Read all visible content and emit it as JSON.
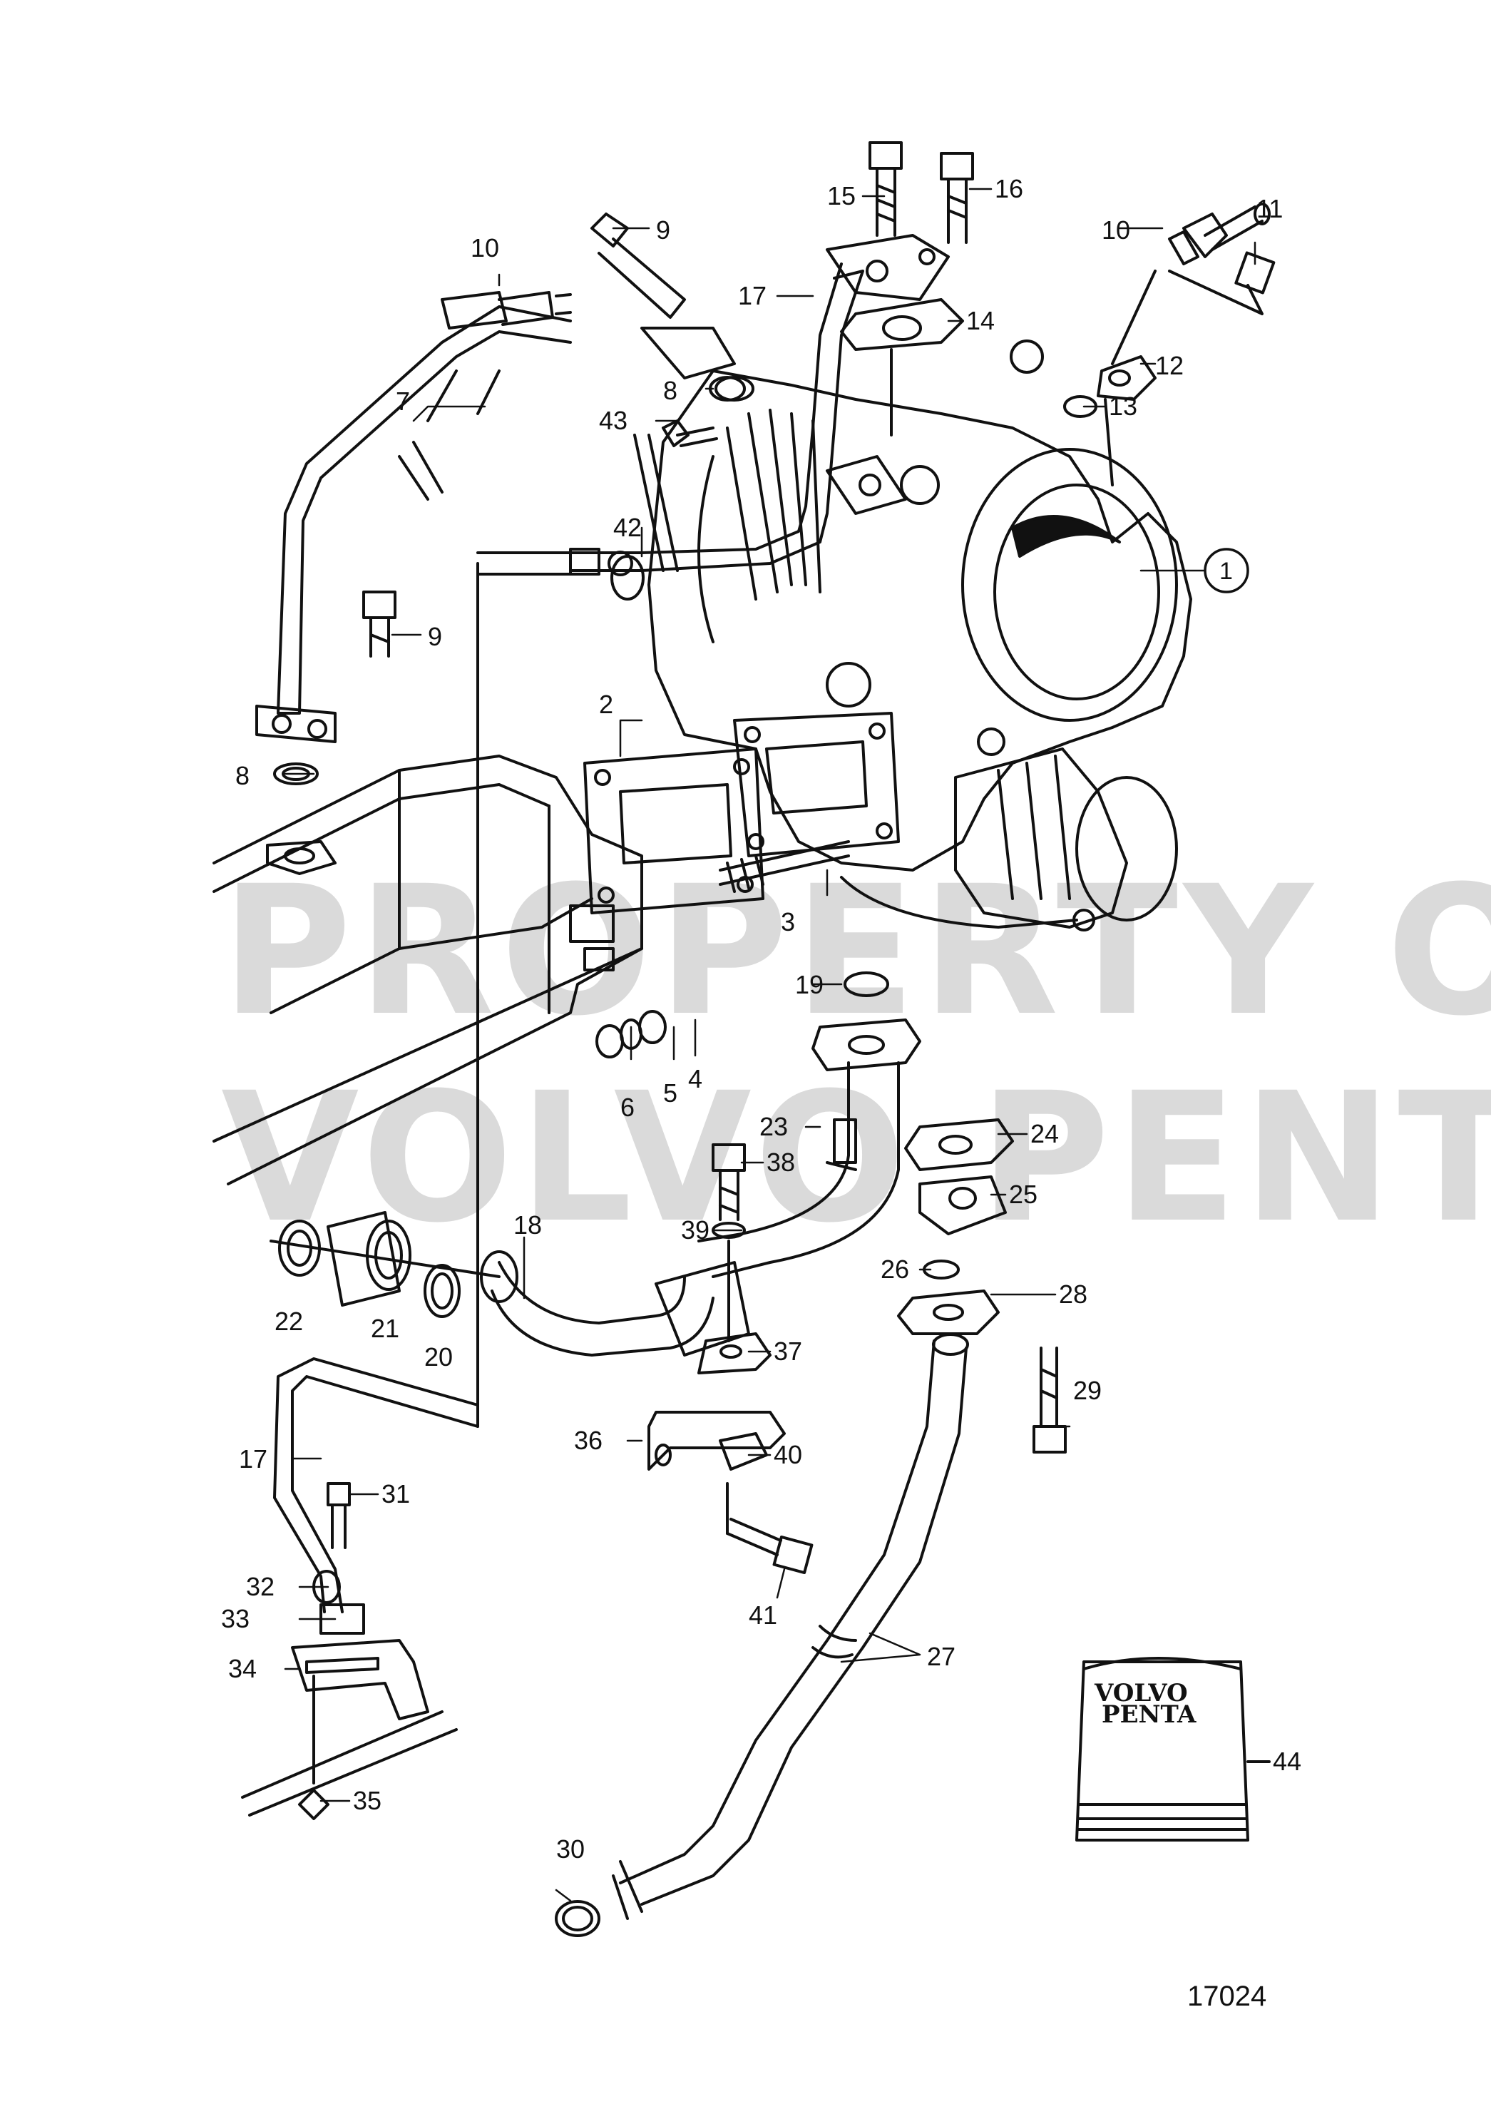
{
  "figure_number": "17024",
  "watermark": {
    "line1": "PROPERTY OF",
    "line2": "VOLVO PENTA"
  },
  "kit": {
    "brand_line1": "VOLVO",
    "brand_line2": "PENTA"
  },
  "callouts": [
    {
      "id": "c1",
      "label": "1",
      "circled": true
    },
    {
      "id": "c2",
      "label": "2"
    },
    {
      "id": "c3",
      "label": "3"
    },
    {
      "id": "c4",
      "label": "4"
    },
    {
      "id": "c5",
      "label": "5"
    },
    {
      "id": "c6",
      "label": "6"
    },
    {
      "id": "c7",
      "label": "7"
    },
    {
      "id": "c8a",
      "label": "8"
    },
    {
      "id": "c8b",
      "label": "8"
    },
    {
      "id": "c9a",
      "label": "9"
    },
    {
      "id": "c9b",
      "label": "9"
    },
    {
      "id": "c10a",
      "label": "10"
    },
    {
      "id": "c10b",
      "label": "10"
    },
    {
      "id": "c11",
      "label": "11"
    },
    {
      "id": "c12",
      "label": "12"
    },
    {
      "id": "c13",
      "label": "13"
    },
    {
      "id": "c14",
      "label": "14"
    },
    {
      "id": "c15",
      "label": "15"
    },
    {
      "id": "c16",
      "label": "16"
    },
    {
      "id": "c17a",
      "label": "17"
    },
    {
      "id": "c17b",
      "label": "17"
    },
    {
      "id": "c18",
      "label": "18"
    },
    {
      "id": "c19",
      "label": "19"
    },
    {
      "id": "c20",
      "label": "20"
    },
    {
      "id": "c21",
      "label": "21"
    },
    {
      "id": "c22",
      "label": "22"
    },
    {
      "id": "c23",
      "label": "23"
    },
    {
      "id": "c24",
      "label": "24"
    },
    {
      "id": "c25",
      "label": "25"
    },
    {
      "id": "c26",
      "label": "26"
    },
    {
      "id": "c27",
      "label": "27"
    },
    {
      "id": "c28",
      "label": "28"
    },
    {
      "id": "c29",
      "label": "29"
    },
    {
      "id": "c30",
      "label": "30"
    },
    {
      "id": "c31",
      "label": "31"
    },
    {
      "id": "c32",
      "label": "32"
    },
    {
      "id": "c33",
      "label": "33"
    },
    {
      "id": "c34",
      "label": "34"
    },
    {
      "id": "c35",
      "label": "35"
    },
    {
      "id": "c36",
      "label": "36"
    },
    {
      "id": "c37",
      "label": "37"
    },
    {
      "id": "c38",
      "label": "38"
    },
    {
      "id": "c39",
      "label": "39"
    },
    {
      "id": "c40",
      "label": "40"
    },
    {
      "id": "c41",
      "label": "41"
    },
    {
      "id": "c42",
      "label": "42"
    },
    {
      "id": "c43",
      "label": "43"
    },
    {
      "id": "c44",
      "label": "44"
    }
  ]
}
